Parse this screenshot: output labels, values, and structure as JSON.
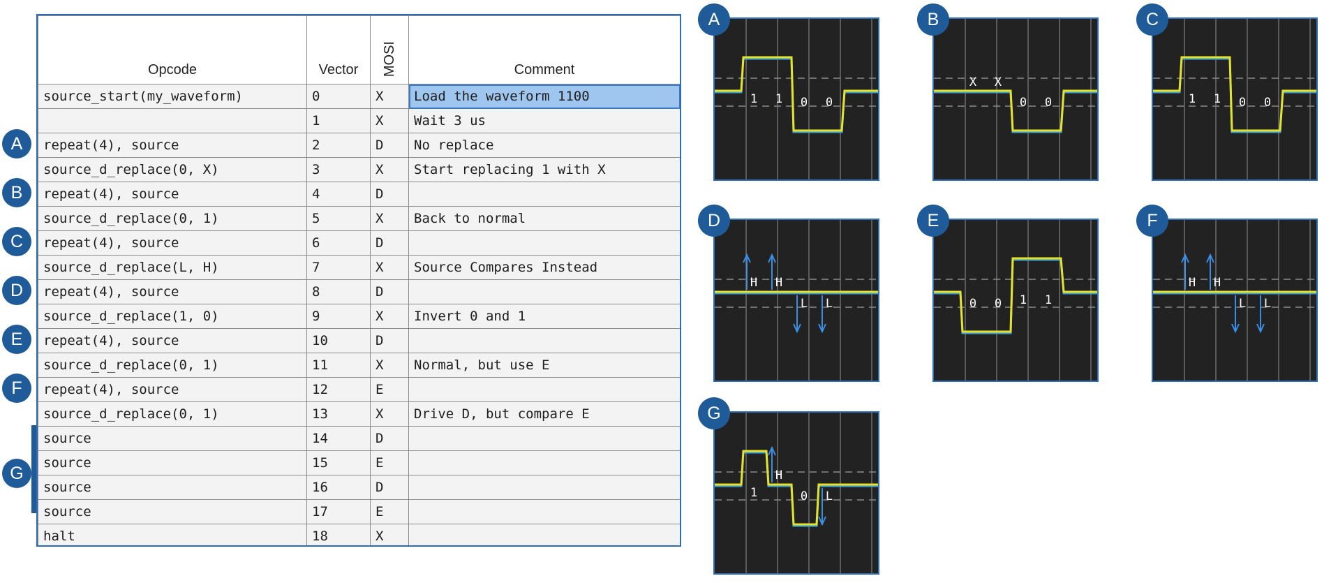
{
  "table": {
    "headers": {
      "opcode": "Opcode",
      "vector": "Vector",
      "mosi": "MOSI",
      "comment": "Comment"
    },
    "rows": [
      {
        "opcode": "source_start(my_waveform)",
        "vector": "0",
        "mosi": "X",
        "comment": "Load the waveform 1100"
      },
      {
        "opcode": "",
        "vector": "1",
        "mosi": "X",
        "comment": "Wait 3 us"
      },
      {
        "opcode": "repeat(4), source",
        "vector": "2",
        "mosi": "D",
        "comment": "No replace"
      },
      {
        "opcode": "source_d_replace(0, X)",
        "vector": "3",
        "mosi": "X",
        "comment": "Start replacing 1 with X"
      },
      {
        "opcode": "repeat(4), source",
        "vector": "4",
        "mosi": "D",
        "comment": ""
      },
      {
        "opcode": "source_d_replace(0, 1)",
        "vector": "5",
        "mosi": "X",
        "comment": "Back to normal"
      },
      {
        "opcode": "repeat(4), source",
        "vector": "6",
        "mosi": "D",
        "comment": ""
      },
      {
        "opcode": "source_d_replace(L, H)",
        "vector": "7",
        "mosi": "X",
        "comment": "Source Compares Instead"
      },
      {
        "opcode": "repeat(4), source",
        "vector": "8",
        "mosi": "D",
        "comment": ""
      },
      {
        "opcode": "source_d_replace(1, 0)",
        "vector": "9",
        "mosi": "X",
        "comment": "Invert 0 and 1"
      },
      {
        "opcode": "repeat(4), source",
        "vector": "10",
        "mosi": "D",
        "comment": ""
      },
      {
        "opcode": "source_d_replace(0, 1)",
        "vector": "11",
        "mosi": "X",
        "comment": "Normal, but use E"
      },
      {
        "opcode": "repeat(4), source",
        "vector": "12",
        "mosi": "E",
        "comment": ""
      },
      {
        "opcode": "source_d_replace(0, 1)",
        "vector": "13",
        "mosi": "X",
        "comment": "Drive D, but compare E"
      },
      {
        "opcode": "source",
        "vector": "14",
        "mosi": "D",
        "comment": ""
      },
      {
        "opcode": "source",
        "vector": "15",
        "mosi": "E",
        "comment": ""
      },
      {
        "opcode": "source",
        "vector": "16",
        "mosi": "D",
        "comment": ""
      },
      {
        "opcode": "source",
        "vector": "17",
        "mosi": "E",
        "comment": ""
      },
      {
        "opcode": "halt",
        "vector": "18",
        "mosi": "X",
        "comment": ""
      }
    ]
  },
  "row_markers": [
    {
      "label": "A",
      "row": 2
    },
    {
      "label": "B",
      "row": 4
    },
    {
      "label": "C",
      "row": 6
    },
    {
      "label": "D",
      "row": 8
    },
    {
      "label": "E",
      "row": 10
    },
    {
      "label": "F",
      "row": 12
    },
    {
      "label": "G",
      "row": 15.5
    }
  ],
  "panels": [
    {
      "label": "A",
      "bits": [
        "1",
        "1",
        "0",
        "0"
      ],
      "levels": [
        "hi",
        "hi",
        "lo",
        "lo"
      ]
    },
    {
      "label": "B",
      "bits": [
        "X",
        "X",
        "0",
        "0"
      ],
      "levels": [
        "mid",
        "mid",
        "lo",
        "lo"
      ]
    },
    {
      "label": "C",
      "bits": [
        "1",
        "1",
        "0",
        "0"
      ],
      "levels": [
        "hi",
        "hi",
        "lo",
        "lo"
      ]
    },
    {
      "label": "D",
      "bits": [
        "H",
        "H",
        "L",
        "L"
      ],
      "levels": [
        "mid",
        "mid",
        "mid",
        "mid"
      ]
    },
    {
      "label": "E",
      "bits": [
        "0",
        "0",
        "1",
        "1"
      ],
      "levels": [
        "lo",
        "lo",
        "hi",
        "hi"
      ]
    },
    {
      "label": "F",
      "bits": [
        "H",
        "H",
        "L",
        "L"
      ],
      "levels": [
        "mid",
        "mid",
        "mid",
        "mid"
      ]
    },
    {
      "label": "G",
      "bits": [
        "1",
        "H",
        "0",
        "L"
      ],
      "levels": [
        "hi",
        "mid",
        "lo",
        "mid"
      ]
    }
  ],
  "colors": {
    "accent": "#1f5b98",
    "frame": "#2e6db5",
    "highlight": "#9fc6ef",
    "trace": "#e6e22a",
    "trace_shadow": "#3aa0d8",
    "arrow": "#3a8ee6",
    "scope_bg": "#222222",
    "grid": "#6e6e6e"
  }
}
